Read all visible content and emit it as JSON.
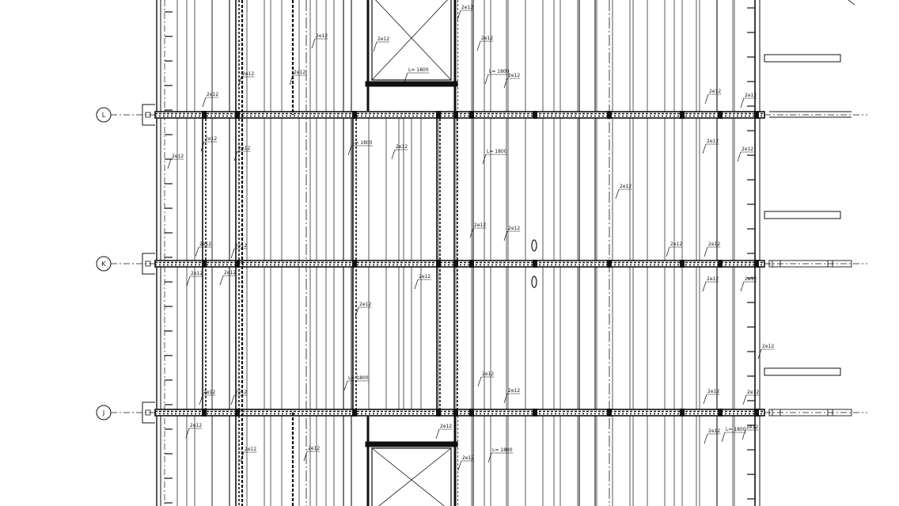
{
  "drawing": {
    "background": "#ffffff",
    "line_color": "#111111",
    "grid_labels": [
      "L",
      "K",
      "J"
    ],
    "annotations": [
      "2e12",
      "2e12",
      "2e12",
      "L= 1800",
      "2e12",
      "2e12",
      "2e12",
      "L= 1800",
      "2e12",
      "2e12",
      "2e12",
      "2e12",
      "2e12",
      "2e12",
      "2e12",
      "2e12",
      "L= 1800",
      "2e12",
      "L= 1800",
      "2e12",
      "2e12",
      "2e12",
      "2e12",
      "2e12",
      "2e12",
      "2e12",
      "2e12",
      "2e12",
      "2e12",
      "2e12",
      "2e12",
      "2e12",
      "2e12",
      "2e12",
      "L= 1800",
      "2e12",
      "2e12",
      "2e12",
      "2e12",
      "2e12",
      "2e12",
      "2e12",
      "2e12",
      "2e12",
      "L= 1800",
      "2e12",
      "2e12",
      "L= 1800",
      "2e12",
      "2e12"
    ]
  }
}
